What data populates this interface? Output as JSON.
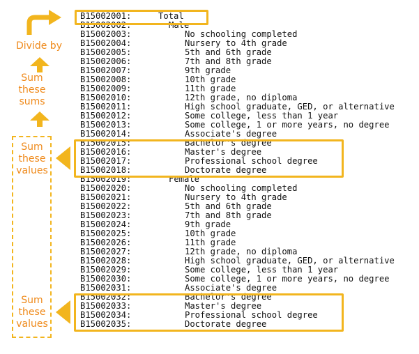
{
  "annotations": {
    "divide_by": "Divide by",
    "sum_sums": [
      "Sum",
      "these",
      "sums"
    ],
    "sum_values_1": [
      "Sum",
      "these",
      "values"
    ],
    "sum_values_2": [
      "Sum",
      "these",
      "values"
    ],
    "accent_color": "#f2b51e",
    "text_color": "#ef8a1b"
  },
  "table": {
    "rows": [
      {
        "code": "B15002001:",
        "label": "Total",
        "level": 0
      },
      {
        "code": "B15002002:",
        "label": "Male",
        "level": 1
      },
      {
        "code": "B15002003:",
        "label": "No schooling completed",
        "level": 2
      },
      {
        "code": "B15002004:",
        "label": "Nursery to 4th grade",
        "level": 2
      },
      {
        "code": "B15002005:",
        "label": "5th and 6th grade",
        "level": 2
      },
      {
        "code": "B15002006:",
        "label": "7th and 8th grade",
        "level": 2
      },
      {
        "code": "B15002007:",
        "label": "9th grade",
        "level": 2
      },
      {
        "code": "B15002008:",
        "label": "10th grade",
        "level": 2
      },
      {
        "code": "B15002009:",
        "label": "11th grade",
        "level": 2
      },
      {
        "code": "B15002010:",
        "label": "12th grade, no diploma",
        "level": 2
      },
      {
        "code": "B15002011:",
        "label": "High school graduate, GED, or alternative",
        "level": 2
      },
      {
        "code": "B15002012:",
        "label": "Some college, less than 1 year",
        "level": 2
      },
      {
        "code": "B15002013:",
        "label": "Some college, 1 or more years, no degree",
        "level": 2
      },
      {
        "code": "B15002014:",
        "label": "Associate's degree",
        "level": 2
      },
      {
        "code": "B15002015:",
        "label": "Bachelor's degree",
        "level": 2
      },
      {
        "code": "B15002016:",
        "label": "Master's degree",
        "level": 2
      },
      {
        "code": "B15002017:",
        "label": "Professional school degree",
        "level": 2
      },
      {
        "code": "B15002018:",
        "label": "Doctorate degree",
        "level": 2
      },
      {
        "code": "B15002019:",
        "label": "Female",
        "level": 1
      },
      {
        "code": "B15002020:",
        "label": "No schooling completed",
        "level": 2
      },
      {
        "code": "B15002021:",
        "label": "Nursery to 4th grade",
        "level": 2
      },
      {
        "code": "B15002022:",
        "label": "5th and 6th grade",
        "level": 2
      },
      {
        "code": "B15002023:",
        "label": "7th and 8th grade",
        "level": 2
      },
      {
        "code": "B15002024:",
        "label": "9th grade",
        "level": 2
      },
      {
        "code": "B15002025:",
        "label": "10th grade",
        "level": 2
      },
      {
        "code": "B15002026:",
        "label": "11th grade",
        "level": 2
      },
      {
        "code": "B15002027:",
        "label": "12th grade, no diploma",
        "level": 2
      },
      {
        "code": "B15002028:",
        "label": "High school graduate, GED, or alternative",
        "level": 2
      },
      {
        "code": "B15002029:",
        "label": "Some college, less than 1 year",
        "level": 2
      },
      {
        "code": "B15002030:",
        "label": "Some college, 1 or more years, no degree",
        "level": 2
      },
      {
        "code": "B15002031:",
        "label": "Associate's degree",
        "level": 2
      },
      {
        "code": "B15002032:",
        "label": "Bachelor's degree",
        "level": 2
      },
      {
        "code": "B15002033:",
        "label": "Master's degree",
        "level": 2
      },
      {
        "code": "B15002034:",
        "label": "Professional school degree",
        "level": 2
      },
      {
        "code": "B15002035:",
        "label": "Doctorate degree",
        "level": 2
      }
    ]
  }
}
